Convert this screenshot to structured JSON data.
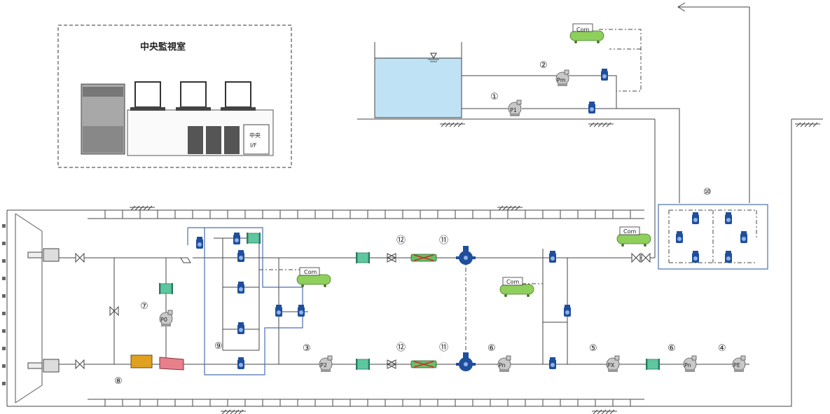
{
  "control_room": {
    "title": "中央監視室",
    "if_line1": "中央",
    "if_line2": "I/F"
  },
  "numbers": {
    "n1": "①",
    "n2": "②",
    "n3": "③",
    "n4": "④",
    "n5": "⑤",
    "n6": "⑥",
    "n7": "⑦",
    "n8": "⑧",
    "n9": "⑨",
    "n10": "⑩",
    "n11": "⑪",
    "n12": "⑫"
  },
  "pumps": {
    "p1": "P1",
    "pm": "Pm",
    "p0": "P0",
    "p2": "P2",
    "pn": "Pn",
    "px": "PX",
    "pe": "PE"
  },
  "compressor_label": "Com",
  "colors": {
    "valve": "#1f4e9c",
    "tank_water": "#bfe3f5",
    "meter": "#5ec7a0",
    "compressor": "#8fcf5c",
    "pump_gray": "#c9c9c9",
    "pump_red": "#e8808c",
    "motor_orange": "#e0a020",
    "box_border": "#4a6fb0"
  }
}
